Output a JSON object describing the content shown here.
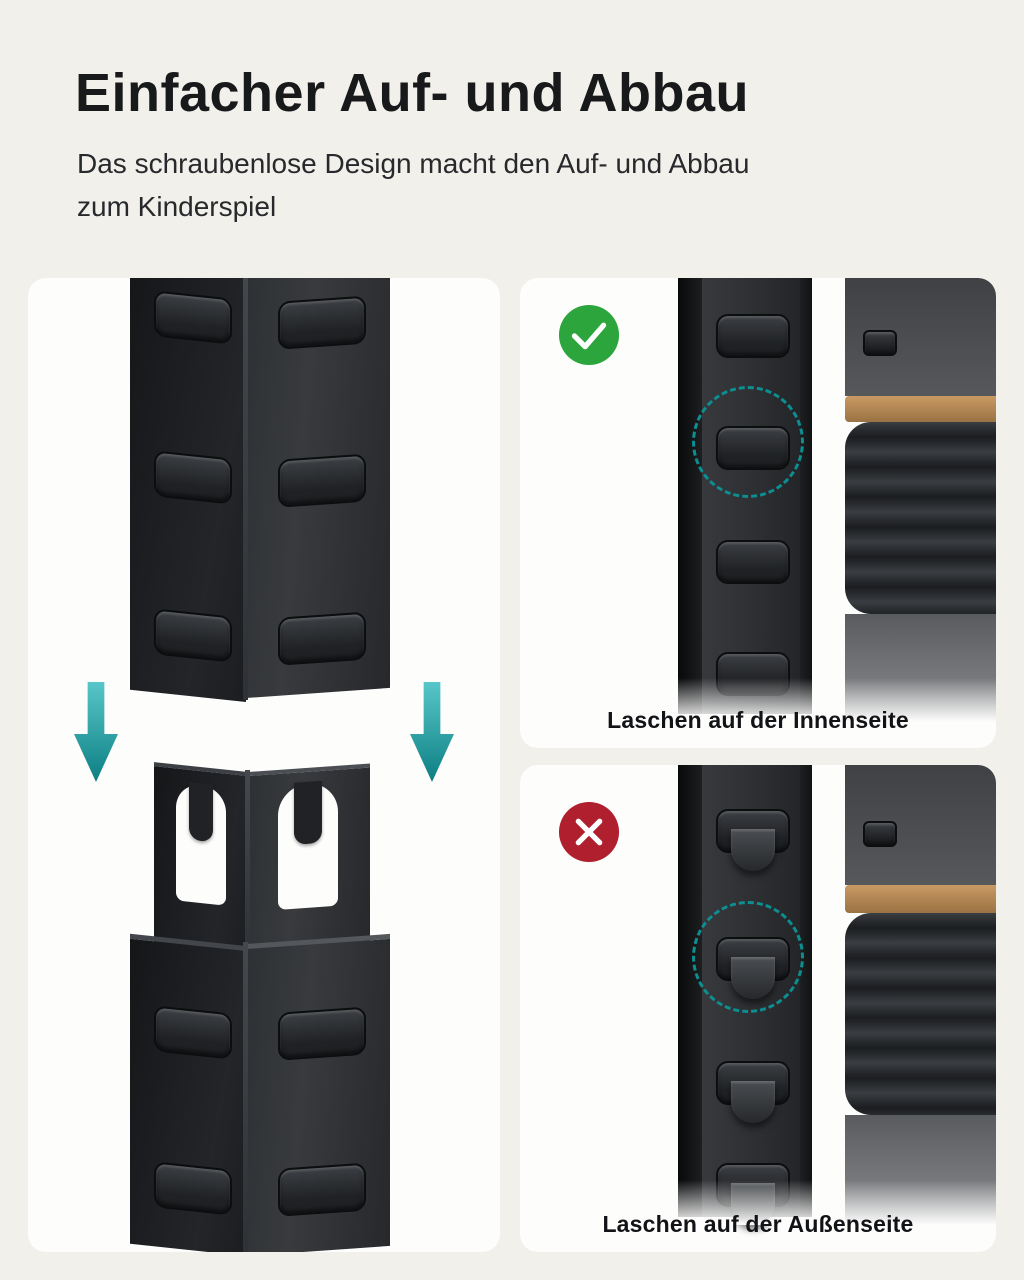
{
  "header": {
    "title": "Einfacher Auf- und Abbau",
    "subtitle_line1": "Das schraubenlose Design macht den Auf- und Abbau",
    "subtitle_line2": "zum Kinderspiel"
  },
  "right_top_panel": {
    "status": "correct",
    "icon": "check-icon",
    "caption": "Laschen auf der Innenseite"
  },
  "right_bottom_panel": {
    "status": "incorrect",
    "icon": "cross-icon",
    "caption": "Laschen auf der Außenseite"
  },
  "colors": {
    "background": "#f2f0ea",
    "panel": "#fdfdfc",
    "success_green": "#2ca53c",
    "error_red": "#b01f2e",
    "accent_teal": "#0d8e91",
    "metal_dark": "#26282b",
    "wood": "#b98a52"
  },
  "icons": {
    "status_ok": "check-icon",
    "status_wrong": "cross-icon",
    "direction": "arrow-down-icon",
    "highlight": "dashed-circle"
  }
}
